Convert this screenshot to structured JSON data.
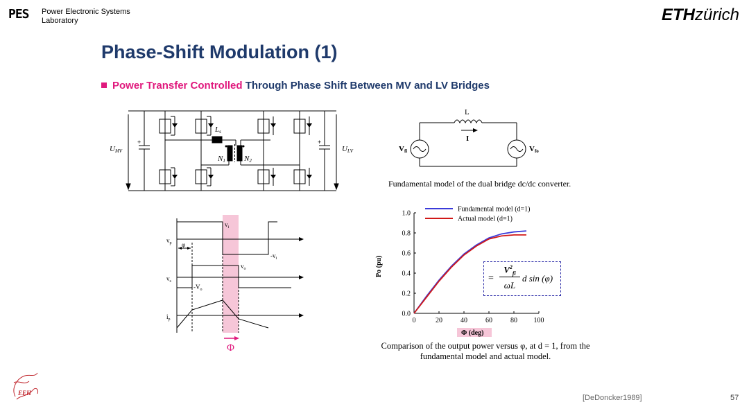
{
  "header": {
    "lab_mark": "PES",
    "lab_name_line1": "Power Electronic Systems",
    "lab_name_line2": "Laboratory",
    "eth_bold": "ETH",
    "eth_rest": "zürich"
  },
  "slide": {
    "title": "Phase-Shift Modulation (1)",
    "subtitle_highlight": "Power Transfer Controlled",
    "subtitle_rest": " Through Phase Shift Between MV and LV Bridges"
  },
  "circuit": {
    "u_mv": "U",
    "u_mv_sub": "MV",
    "u_lv": "U",
    "u_lv_sub": "LV",
    "ls": "L",
    "ls_sub": "s",
    "n1": "N",
    "n1_sub": "1",
    "n2": "N",
    "n2_sub": "2",
    "plus": "+"
  },
  "fundamental_model": {
    "inductor_label": "L",
    "current_label": "I",
    "source_left": "V",
    "source_left_sub": "fi",
    "source_right": "V",
    "source_right_sub": "fo",
    "caption": "Fundamental model of the dual bridge dc/dc converter."
  },
  "waveforms": {
    "vi": "v",
    "vi_sub": "i",
    "vp": "v",
    "vp_sub": "p",
    "phi_small": "φ",
    "neg_vi": "-v",
    "neg_vi_sub": "i",
    "vo": "v",
    "vo_sub": "o",
    "vs": "v",
    "vs_sub": "s",
    "neg_vo": "-V",
    "neg_vo_sub": "o",
    "ip": "i",
    "ip_sub": "p",
    "phi_big": "Φ"
  },
  "equation_box": {
    "eq": "=",
    "num": "V",
    "num_sup": "2",
    "num_sub": "fi",
    "den": "ωL",
    "rest": "d sin (φ)"
  },
  "chart_data": {
    "type": "line",
    "xlabel": "Φ (deg)",
    "ylabel": "Po (pu)",
    "xlim": [
      0,
      100
    ],
    "ylim": [
      0,
      1.0
    ],
    "xticks": [
      "0",
      "20",
      "40",
      "60",
      "80",
      "100"
    ],
    "yticks": [
      "0.0",
      "0.2",
      "0.4",
      "0.6",
      "0.8",
      "1.0"
    ],
    "legend_position": "top-right",
    "series": [
      {
        "name": "Fundamental model (d=1)",
        "color": "#3b3bd9",
        "x": [
          0,
          10,
          20,
          30,
          40,
          50,
          60,
          70,
          80,
          90
        ],
        "y": [
          0.0,
          0.17,
          0.33,
          0.47,
          0.59,
          0.68,
          0.75,
          0.79,
          0.81,
          0.82
        ]
      },
      {
        "name": "Actual model (d=1)",
        "color": "#d01818",
        "x": [
          0,
          10,
          20,
          30,
          40,
          50,
          60,
          70,
          80,
          90
        ],
        "y": [
          0.0,
          0.16,
          0.32,
          0.46,
          0.58,
          0.67,
          0.74,
          0.77,
          0.78,
          0.78
        ]
      }
    ]
  },
  "comparison_caption_line1": "Comparison of the output power versus φ, at d = 1, from the",
  "comparison_caption_line2": "fundamental model and actual model.",
  "footer": {
    "citation": "[DeDoncker1989]",
    "page_number": "57",
    "eeh_logo_text": "EEH"
  }
}
